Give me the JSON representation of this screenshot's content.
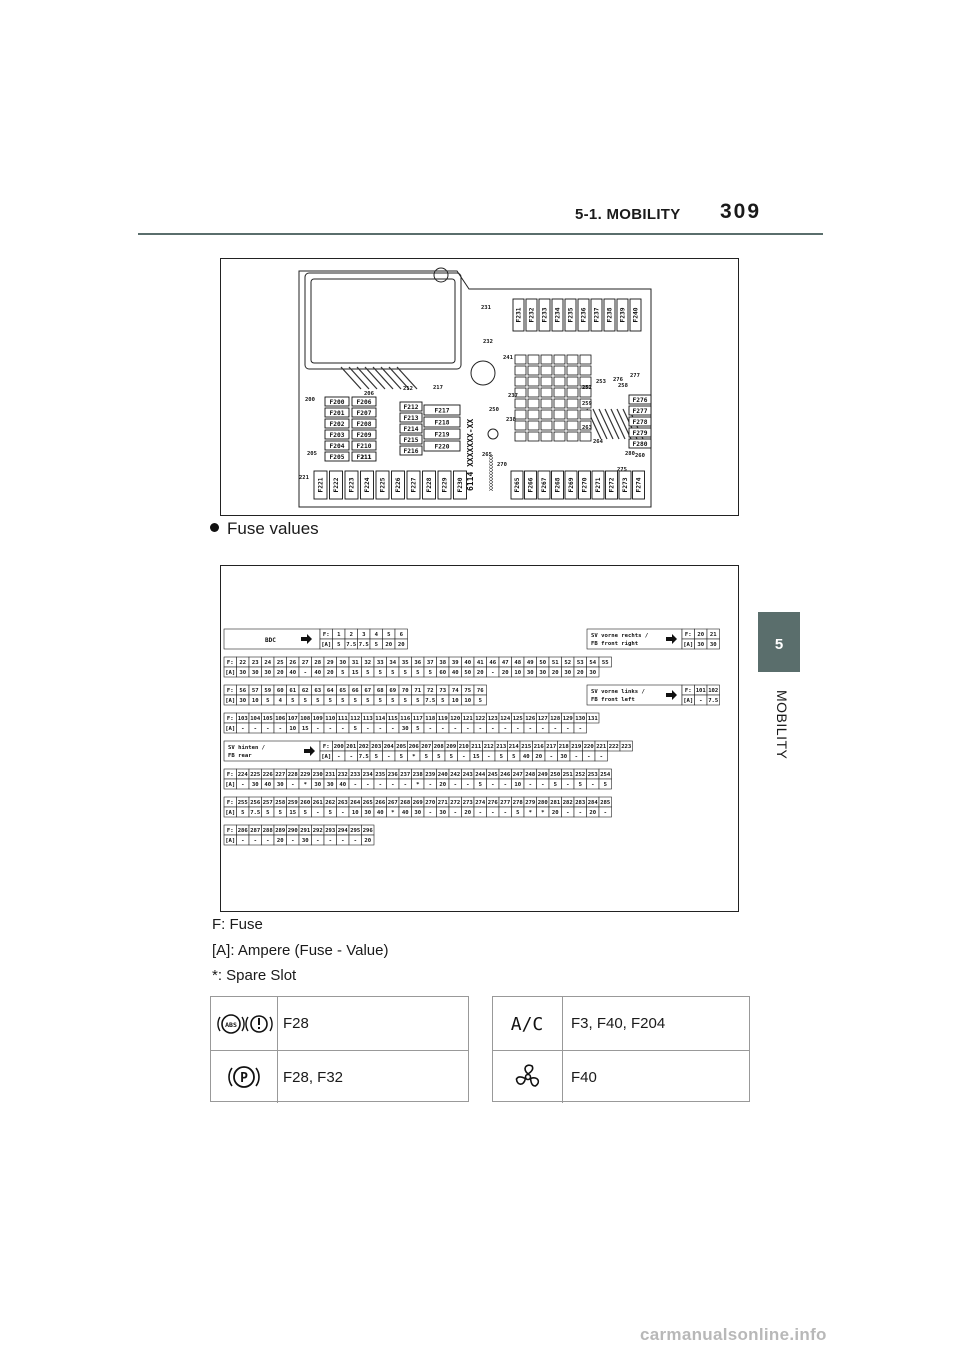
{
  "header": {
    "section": "5-1. MOBILITY",
    "page": "309"
  },
  "side_tab": {
    "number": "5",
    "label": "MOBILITY"
  },
  "bullet": "Fuse values",
  "notes": [
    "F: Fuse",
    "[A]: Ampere (Fuse - Value)",
    "*: Spare Slot"
  ],
  "diagram": {
    "area_labels": [
      "200",
      "205",
      "206",
      "211",
      "212",
      "217",
      "221",
      "231",
      "232",
      "237",
      "238",
      "241",
      "250",
      "252",
      "253",
      "258",
      "259",
      "260",
      "263",
      "264",
      "265",
      "270",
      "275",
      "276",
      "277",
      "280"
    ],
    "left_fuses": [
      "F200",
      "F201",
      "F202",
      "F203",
      "F204",
      "F205"
    ],
    "left_fuses_b": [
      "F206",
      "F207",
      "F208",
      "F209",
      "F210",
      "F211"
    ],
    "mid_small": [
      "F212",
      "F213",
      "F214",
      "F215",
      "F216"
    ],
    "mid_large": [
      "F217",
      "F218",
      "F219",
      "F220"
    ],
    "bottom_row": [
      "F221",
      "F222",
      "F223",
      "F224",
      "F225",
      "F226",
      "F227",
      "F228",
      "F229",
      "F230"
    ],
    "top_right_row": [
      "F231",
      "F232",
      "F233",
      "F234",
      "F235",
      "F236",
      "F237",
      "F238",
      "F239",
      "F240"
    ],
    "right_stack": [
      "F276",
      "F277",
      "F278",
      "F279",
      "F280"
    ],
    "right_bottom_row": [
      "F265",
      "F266",
      "F267",
      "F268",
      "F269",
      "F270",
      "F271",
      "F272",
      "F273",
      "F274"
    ],
    "codes": [
      "6114 XXXXXXX-XX",
      "XXXXXXXXXXXX"
    ]
  },
  "fuse_table": {
    "bdc_label": "BDC",
    "sv_front_right": [
      "SV vorne rechts /",
      "FB front right"
    ],
    "sv_front_left": [
      "SV vorne links /",
      "FB front left"
    ],
    "sv_rear": [
      "SV hinten /",
      "FB rear"
    ],
    "row_f": "F:",
    "row_a": "[A]",
    "bdc": {
      "fuses": [
        "1",
        "2",
        "3",
        "4",
        "5",
        "6"
      ],
      "amps": [
        "5",
        "7.5",
        "7.5",
        "5",
        "20",
        "20"
      ]
    },
    "front_right": {
      "fuses": [
        "20",
        "21"
      ],
      "amps": [
        "30",
        "30"
      ]
    },
    "front_left": {
      "fuses": [
        "101",
        "102"
      ],
      "amps": [
        "-",
        "7.5"
      ]
    },
    "rows": [
      {
        "fuses": [
          "22",
          "23",
          "24",
          "25",
          "26",
          "27",
          "28",
          "29",
          "30",
          "31",
          "32",
          "33",
          "34",
          "35",
          "36",
          "37",
          "38",
          "39",
          "40",
          "41",
          "46",
          "47",
          "48",
          "49",
          "50",
          "51",
          "52",
          "53",
          "54",
          "55"
        ],
        "amps": [
          "30",
          "30",
          "30",
          "20",
          "40",
          "-",
          "40",
          "20",
          "5",
          "15",
          "5",
          "5",
          "5",
          "5",
          "5",
          "5",
          "60",
          "40",
          "50",
          "20",
          "-",
          "20",
          "10",
          "30",
          "30",
          "20",
          "30",
          "20",
          "30"
        ]
      },
      {
        "fuses": [
          "56",
          "57",
          "59",
          "60",
          "61",
          "62",
          "63",
          "64",
          "65",
          "66",
          "67",
          "68",
          "69",
          "70",
          "71",
          "72",
          "73",
          "74",
          "75",
          "76"
        ],
        "amps": [
          "30",
          "10",
          "5",
          "4",
          "5",
          "5",
          "5",
          "5",
          "5",
          "5",
          "5",
          "5",
          "5",
          "5",
          "5",
          "7.5",
          "5",
          "10",
          "10",
          "5"
        ]
      },
      {
        "fuses": [
          "103",
          "104",
          "105",
          "106",
          "107",
          "108",
          "109",
          "110",
          "111",
          "112",
          "113",
          "114",
          "115",
          "116",
          "117",
          "118",
          "119",
          "120",
          "121",
          "122",
          "123",
          "124",
          "125",
          "126",
          "127",
          "128",
          "129",
          "130",
          "131"
        ],
        "amps": [
          "-",
          "-",
          "-",
          "-",
          "10",
          "15",
          "-",
          "-",
          "-",
          "5",
          "-",
          "-",
          "-",
          "30",
          "5",
          "-",
          "-",
          "-",
          "-",
          "-",
          "-",
          "-",
          "-",
          "-",
          "-",
          "-",
          "-",
          "-"
        ]
      },
      {
        "fuses": [
          "200",
          "201",
          "202",
          "203",
          "204",
          "205",
          "206",
          "207",
          "208",
          "209",
          "210",
          "211",
          "212",
          "213",
          "214",
          "215",
          "216",
          "217",
          "218",
          "219",
          "220",
          "221",
          "222",
          "223"
        ],
        "amps": [
          "-",
          "-",
          "7.5",
          "5",
          "-",
          "5",
          "*",
          "5",
          "5",
          "5",
          "-",
          "15",
          "-",
          "5",
          "5",
          "40",
          "20",
          "-",
          "30",
          "-",
          "-",
          "-"
        ]
      },
      {
        "fuses": [
          "224",
          "225",
          "226",
          "227",
          "228",
          "229",
          "230",
          "231",
          "232",
          "233",
          "234",
          "235",
          "236",
          "237",
          "238",
          "239",
          "240",
          "242",
          "243",
          "244",
          "245",
          "246",
          "247",
          "248",
          "249",
          "250",
          "251",
          "252",
          "253",
          "254"
        ],
        "amps": [
          "-",
          "30",
          "40",
          "30",
          "-",
          "*",
          "30",
          "30",
          "40",
          "-",
          "-",
          "-",
          "-",
          "-",
          "*",
          "-",
          "20",
          "-",
          "-",
          "5",
          "-",
          "-",
          "10",
          "-",
          "-",
          "5",
          "-",
          "5",
          "-",
          "5"
        ]
      },
      {
        "fuses": [
          "255",
          "256",
          "257",
          "258",
          "259",
          "260",
          "261",
          "262",
          "263",
          "264",
          "265",
          "266",
          "267",
          "268",
          "269",
          "270",
          "271",
          "272",
          "273",
          "274",
          "276",
          "277",
          "278",
          "279",
          "280",
          "281",
          "282",
          "283",
          "284",
          "285"
        ],
        "amps": [
          "5",
          "7.5",
          "5",
          "5",
          "15",
          "5",
          "-",
          "5",
          "-",
          "10",
          "30",
          "40",
          "*",
          "40",
          "30",
          "-",
          "30",
          "-",
          "20",
          "-",
          "-",
          "-",
          "5",
          "*",
          "*",
          "20",
          "-",
          "-",
          "20",
          "-"
        ]
      },
      {
        "fuses": [
          "286",
          "287",
          "288",
          "289",
          "290",
          "291",
          "292",
          "293",
          "294",
          "295",
          "296"
        ],
        "amps": [
          "-",
          "-",
          "-",
          "20",
          "-",
          "30",
          "-",
          "-",
          "-",
          "-",
          "20"
        ]
      }
    ]
  },
  "icon_table_left": [
    {
      "icon": "abs-brake-warning-icon",
      "text": "F28"
    },
    {
      "icon": "parking-brake-icon",
      "text": "F28, F32"
    }
  ],
  "icon_table_right": [
    {
      "icon": "ac-icon",
      "icon_text": "A/C",
      "text": "F3, F40, F204"
    },
    {
      "icon": "fan-icon",
      "text": "F40"
    }
  ],
  "watermark": "carmanualsonline.info"
}
